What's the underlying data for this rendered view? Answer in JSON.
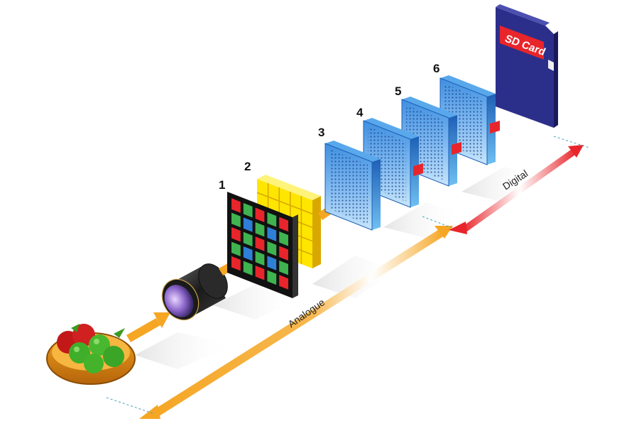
{
  "stage_numbers": [
    "1",
    "2",
    "3",
    "4",
    "5",
    "6"
  ],
  "axis": {
    "analogue_label": "Analogue",
    "digital_label": "Digital"
  },
  "sd_card": {
    "label": "SD Card"
  },
  "colors": {
    "arrow_orange": "#f5a623",
    "arrow_red": "#e8252b",
    "panel_blue": "#2e86d6",
    "filter_yellow": "#ffe600",
    "card_navy": "#2c2f8a",
    "card_label_red": "#e8252b"
  }
}
